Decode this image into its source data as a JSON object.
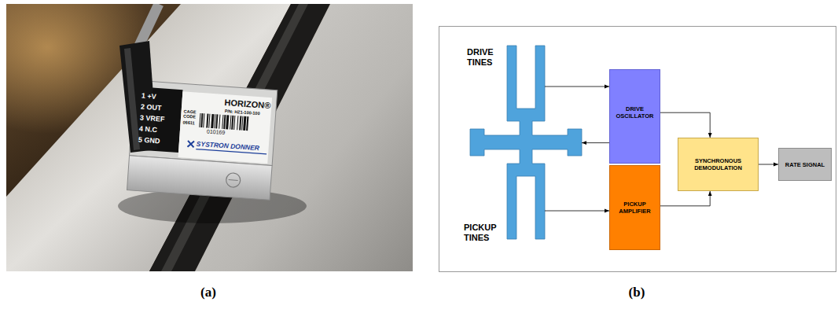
{
  "diagram": {
    "nodes": [
      {
        "text": [
          "DRIVE TINES",
          "PICKUP TINES"
        ]
      },
      {
        "text": [
          "DRIVE OSCILLATOR"
        ]
      },
      {
        "text": [
          "PICKUP AMPLIFIER"
        ]
      },
      {
        "text": [
          "SYNCHRONOUS DEMODULATION"
        ]
      },
      {
        "text": [
          "RATE SIGNAL"
        ]
      }
    ],
    "edges": [
      {
        "from": 0,
        "to": 1,
        "arrow": "to"
      },
      {
        "from": 1,
        "to": 0,
        "arrow": "to"
      },
      {
        "from": 0,
        "to": 2,
        "arrow": "to"
      },
      {
        "from": 1,
        "to": 3,
        "arrow": "to"
      },
      {
        "from": 2,
        "to": 3,
        "arrow": "to"
      },
      {
        "from": 3,
        "to": 4,
        "arrow": "to"
      }
    ],
    "labels": [
      "1 +V",
      "2 OUT",
      "3 VREF",
      "4 N.C",
      "5 GND",
      "HORIZON®",
      "P/N: HZ1-100-100",
      "CAGE CODE",
      "06611",
      "010169",
      "SYSTRON DONNER",
      "(a)",
      "(b)"
    ]
  }
}
